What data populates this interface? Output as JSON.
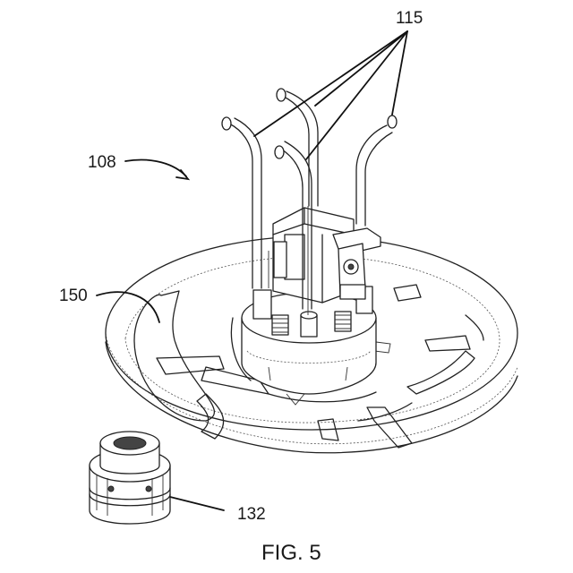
{
  "figure": {
    "caption": "FIG. 5",
    "labels": {
      "needles": "115",
      "assembly": "108",
      "platform": "150",
      "connector": "132"
    }
  }
}
